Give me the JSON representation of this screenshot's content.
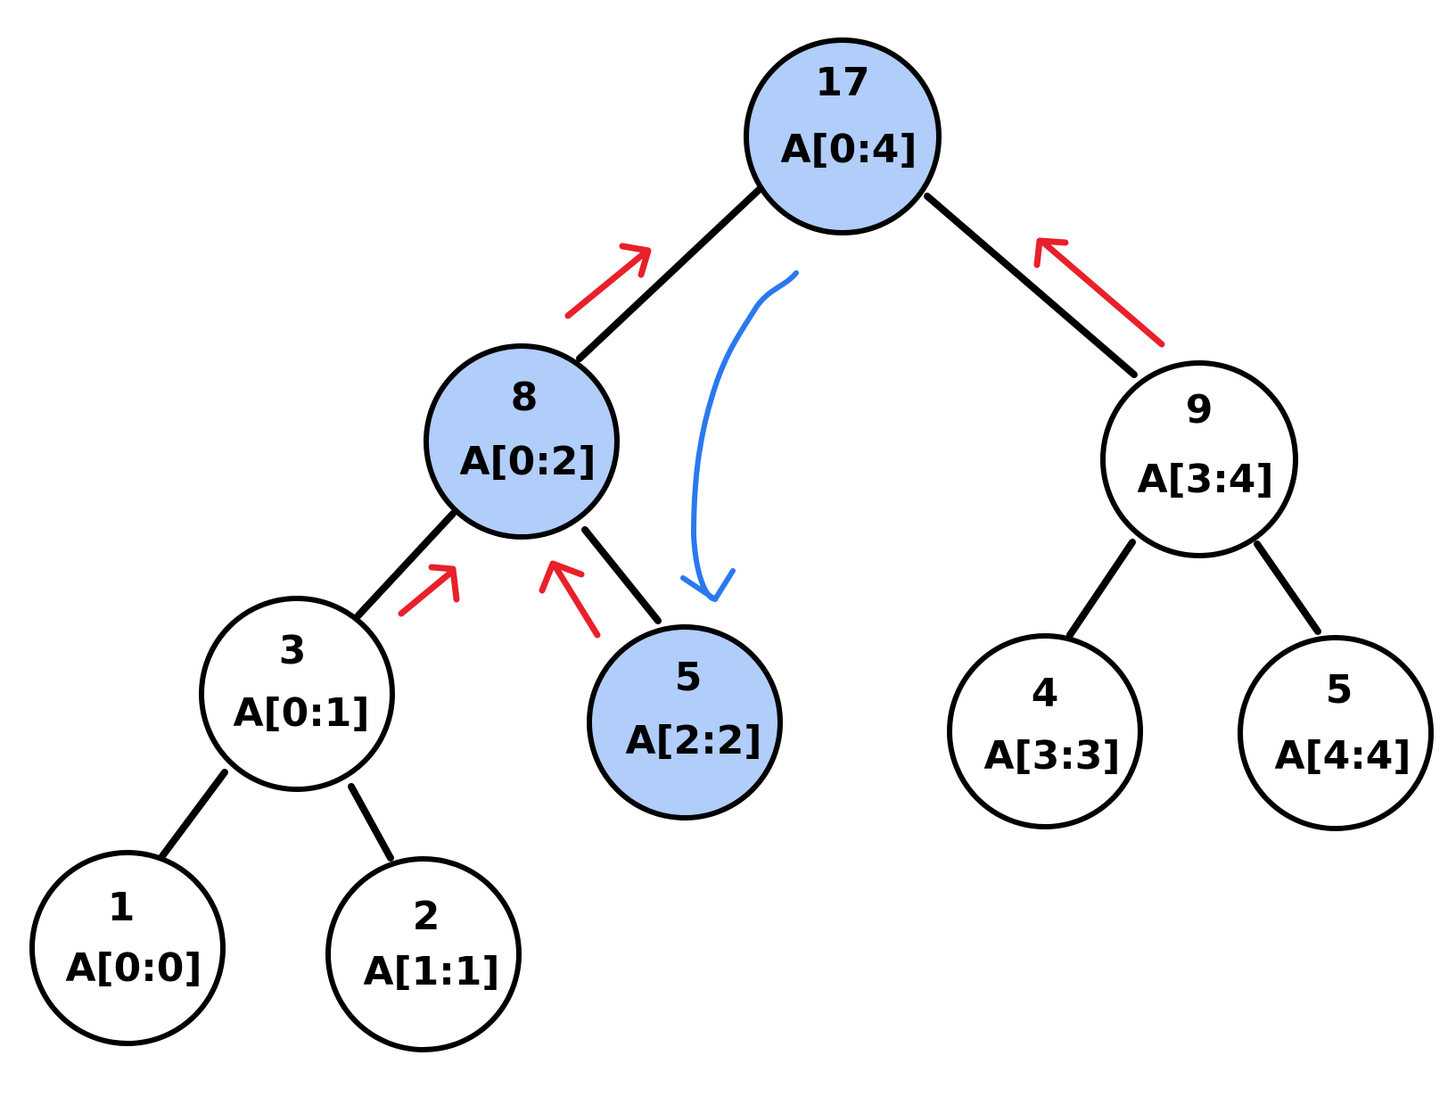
{
  "colors": {
    "highlight_fill": "#b1cdfa",
    "normal_fill": "#ffffff",
    "outline": "#000000",
    "propagate_arrow": "#e8202a",
    "query_arrow": "#2a78f0"
  },
  "nodes": [
    {
      "id": "n0",
      "value": "17",
      "range": "A[0:4]",
      "highlighted": true
    },
    {
      "id": "n1",
      "value": "8",
      "range": "A[0:2]",
      "highlighted": true
    },
    {
      "id": "n2",
      "value": "9",
      "range": "A[3:4]",
      "highlighted": false
    },
    {
      "id": "n3",
      "value": "3",
      "range": "A[0:1]",
      "highlighted": false
    },
    {
      "id": "n4",
      "value": "5",
      "range": "A[2:2]",
      "highlighted": true
    },
    {
      "id": "n5",
      "value": "4",
      "range": "A[3:3]",
      "highlighted": false
    },
    {
      "id": "n6",
      "value": "5",
      "range": "A[4:4]",
      "highlighted": false
    },
    {
      "id": "n7",
      "value": "1",
      "range": "A[0:0]",
      "highlighted": false
    },
    {
      "id": "n8",
      "value": "2",
      "range": "A[1:1]",
      "highlighted": false
    }
  ],
  "edges": [
    {
      "from": "n0",
      "to": "n1"
    },
    {
      "from": "n0",
      "to": "n2"
    },
    {
      "from": "n1",
      "to": "n3"
    },
    {
      "from": "n1",
      "to": "n4"
    },
    {
      "from": "n2",
      "to": "n5"
    },
    {
      "from": "n2",
      "to": "n6"
    },
    {
      "from": "n3",
      "to": "n7"
    },
    {
      "from": "n3",
      "to": "n8"
    }
  ],
  "arrows": [
    {
      "kind": "propagate",
      "from": "n1",
      "to": "n0"
    },
    {
      "kind": "propagate",
      "from": "n2",
      "to": "n0"
    },
    {
      "kind": "propagate",
      "from": "n3",
      "to": "n1"
    },
    {
      "kind": "propagate",
      "from": "n4",
      "to": "n1"
    },
    {
      "kind": "query",
      "from": "n0",
      "to": "n4"
    }
  ]
}
